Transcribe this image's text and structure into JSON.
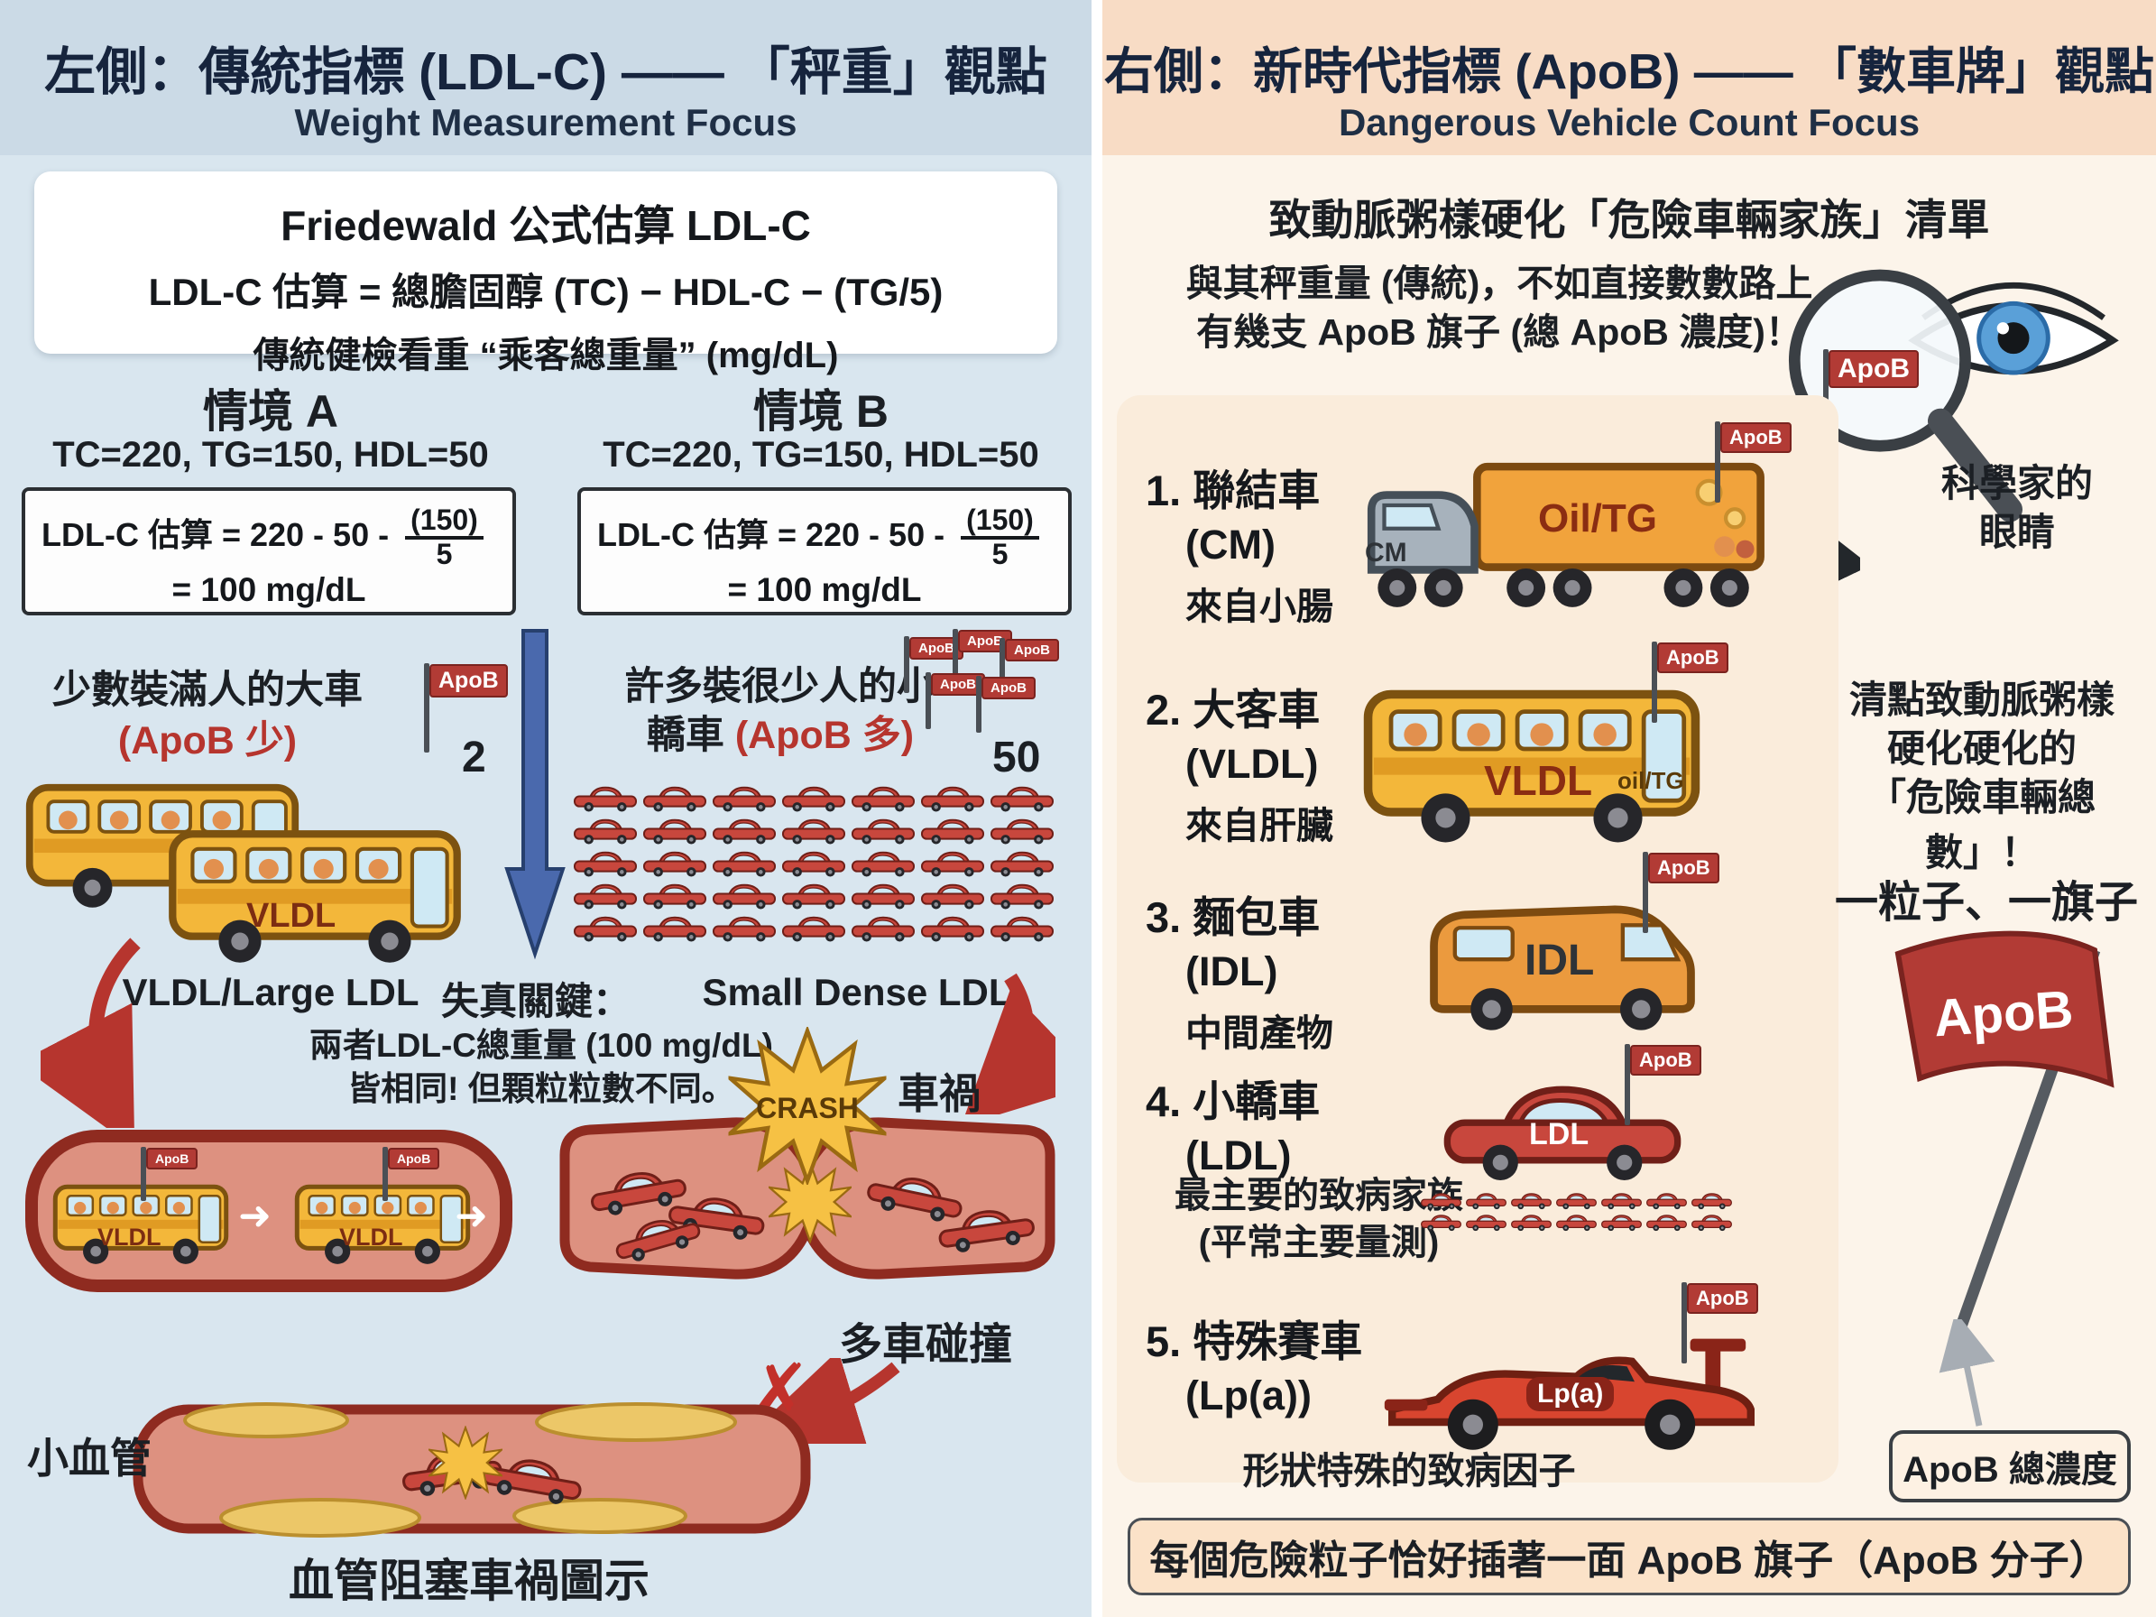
{
  "colors": {
    "left_header_bg": "#cbdae6",
    "left_body_bg": "#d9e6ef",
    "right_header_bg": "#f8dcc5",
    "right_body_bg": "#fcf4ea",
    "title_navy": "#16243d",
    "accent_red": "#b6352e",
    "flag_red": "#b23b35",
    "vessel_red": "#8f2b20",
    "bus_yellow": "#f3b73a",
    "arrow_blue": "#4a69ad"
  },
  "icons": {
    "arrow_right": "➜",
    "cross": "✗"
  },
  "left": {
    "header": {
      "title": "左側：傳統指標 (LDL-C) —— 「秤重」觀點",
      "subtitle": "Weight Measurement Focus"
    },
    "formula_card": {
      "line1": "Friedewald 公式估算 LDL-C",
      "line2": "LDL-C 估算 = 總膽固醇 (TC) − HDL-C − (TG/5)",
      "line3": "傳統健檢看重 “乘客總重量” (mg/dL)"
    },
    "scenario_a": {
      "title": "情境 A",
      "inputs": "TC=220, TG=150, HDL=50",
      "calc_lead": "LDL-C 估算 = 220 - 50 -",
      "frac_num": "(150)",
      "frac_den": "5",
      "calc_result": "= 100 mg/dL",
      "desc": "少數裝滿人的大車",
      "desc_red": "(ApoB 少)",
      "flag_label": "ApoB",
      "flag_count": "2",
      "bus_label": "VLDL"
    },
    "scenario_b": {
      "title": "情境 B",
      "inputs": "TC=220, TG=150, HDL=50",
      "calc_lead": "LDL-C 估算 = 220 - 50 -",
      "frac_num": "(150)",
      "frac_den": "5",
      "calc_result": "= 100 mg/dL",
      "desc_line1": "許多裝很少人的小",
      "desc_line2": "轎車 ",
      "desc_red": "(ApoB 多)",
      "flag_label": "ApoB",
      "flag_count": "50",
      "car_count": 35
    },
    "middle": {
      "label_left": "VLDL/Large LDL",
      "label_center": "失真關鍵：",
      "label_right": "Small Dense LDL",
      "note1": "兩者LDL-C總重量 (100 mg/dL)",
      "note2": "皆相同! 但顆粒粒數不同。"
    },
    "vessels": {
      "healthy_bus_label": "VLDL",
      "flag_label": "ApoB",
      "crash_burst": "CRASH",
      "crash_label": "車禍",
      "pileup_label": "多車碰撞",
      "small_vessel_label": "小血管",
      "caption": "血管阻塞車禍圖示"
    }
  },
  "right": {
    "header": {
      "title": "右側：新時代指標 (ApoB) —— 「數車牌」觀點",
      "subtitle": "Dangerous Vehicle Count Focus"
    },
    "intro": {
      "title": "致動脈粥樣硬化「危險車輛家族」清單",
      "line1": "與其秤重量 (傳統)，不如直接數數路上",
      "line2": "有幾支 ApoB 旗子 (總 ApoB 濃度)！"
    },
    "eye": {
      "label1": "科學家的",
      "label2": "眼睛",
      "lens_flag": "ApoB"
    },
    "count_note": {
      "line1": "清點致動脈粥樣",
      "line2": "硬化硬化的",
      "line3": "「危險車輛總數」！"
    },
    "items": [
      {
        "num": "1.",
        "name": "聯結車",
        "code": "(CM)",
        "sub": "來自小腸",
        "label": "CM",
        "cargo": "Oil/TG",
        "flag": "ApoB"
      },
      {
        "num": "2.",
        "name": "大客車",
        "code": "(VLDL)",
        "sub": "來自肝臟",
        "label": "VLDL",
        "cargo": "oil/TG",
        "flag": "ApoB"
      },
      {
        "num": "3.",
        "name": "麵包車",
        "code": "(IDL)",
        "sub": "中間產物",
        "label": "IDL",
        "flag": "ApoB"
      },
      {
        "num": "4.",
        "name": "小轎車",
        "code": "(LDL)",
        "sub1": "最主要的致病家族",
        "sub2": "(平常主要量測)",
        "label": "LDL",
        "flag": "ApoB",
        "mini_car_count": 14
      },
      {
        "num": "5.",
        "name": "特殊賽車",
        "code": "(Lp(a))",
        "sub": "形狀特殊的致病因子",
        "label": "Lp(a)",
        "flag": "ApoB"
      }
    ],
    "one_flag": "一粒子、一旗子",
    "big_flag_label": "ApoB",
    "total_box": "ApoB 總濃度",
    "bottom_banner": "每個危險粒子恰好插著一面 ApoB 旗子（ApoB 分子）"
  }
}
